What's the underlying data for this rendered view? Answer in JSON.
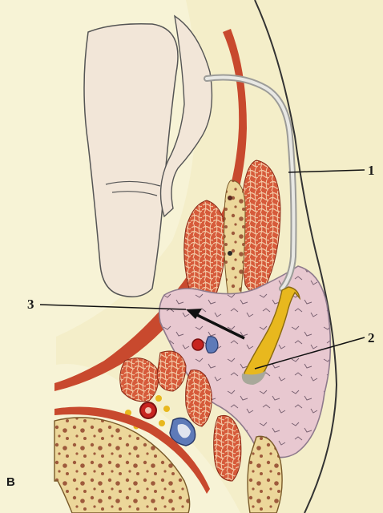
{
  "figure": {
    "panel_letter": "B",
    "callouts": [
      {
        "id": "callout-1",
        "text": "1"
      },
      {
        "id": "callout-2",
        "text": "2"
      },
      {
        "id": "callout-3",
        "text": "3"
      }
    ]
  },
  "colors": {
    "background": "#f7f3d6",
    "skin_fill": "#f4eec9",
    "fascia_red": "#c8492e",
    "muscle": "#d65a3a",
    "muscle_fibers": "#f3c9a6",
    "bone": "#ecd79a",
    "bone_spots": "#9e5a3c",
    "abscess_pink": "#e8c8d0",
    "abscess_outline": "#8e7a8c",
    "drain_tube": "#dcdcd8",
    "drain_yellow": "#e8b81e",
    "vessel_red": "#c72420",
    "vessel_blue": "#5e7ab8",
    "gut_fill": "#f2e6d8",
    "text": "#1a1a1a"
  }
}
